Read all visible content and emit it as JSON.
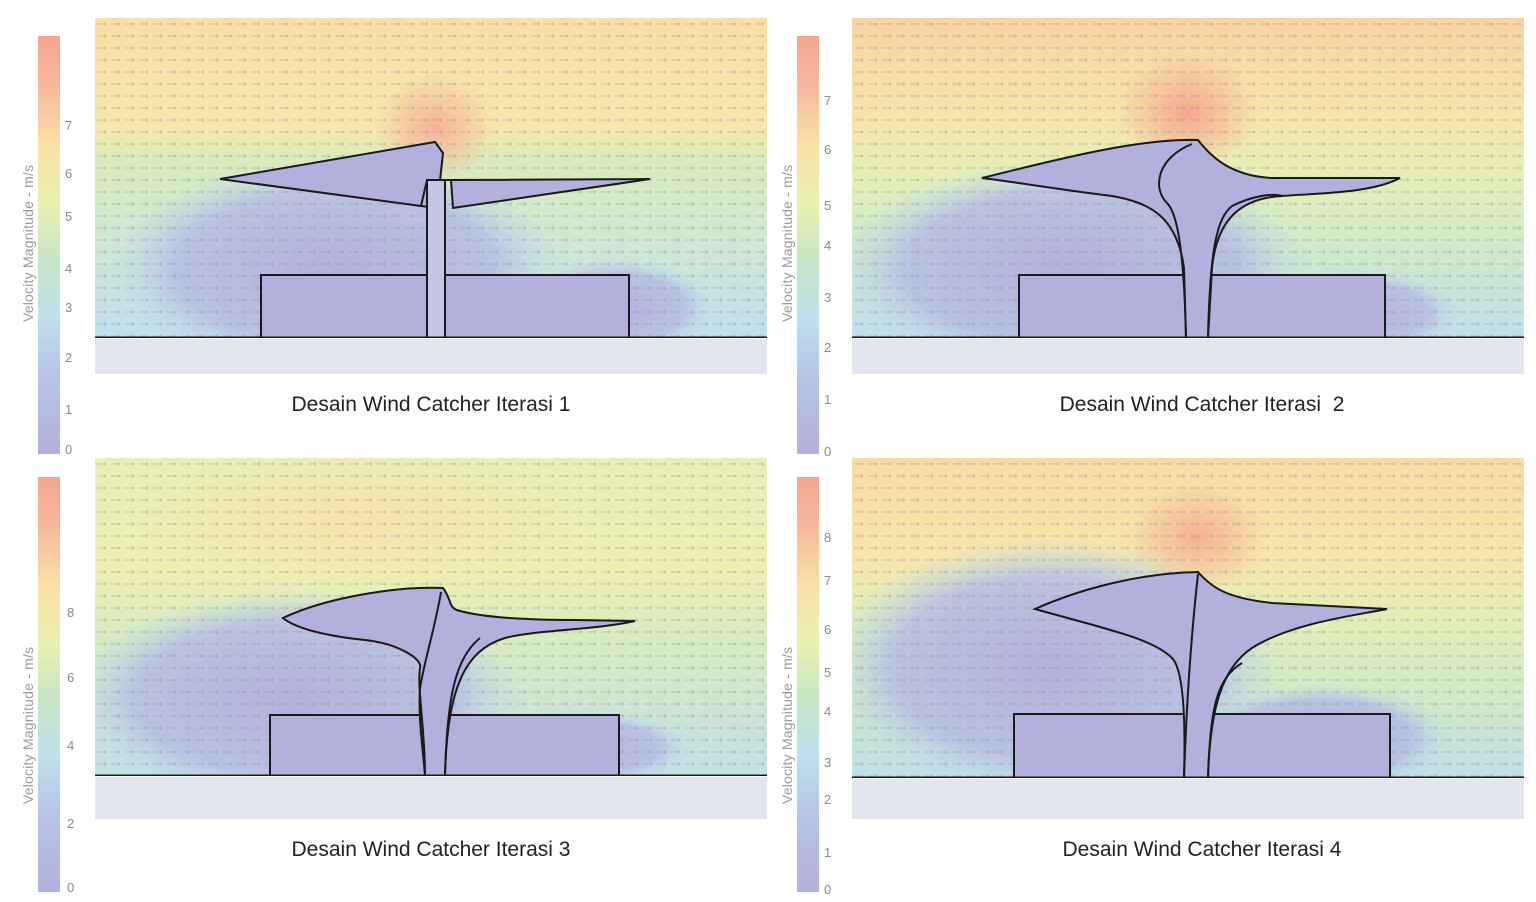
{
  "legend_title": "Velocity Magnitude - m/s",
  "panels": [
    {
      "caption": "Desain Wind Catcher Iterasi 1",
      "ticks": [
        "7",
        "6",
        "5",
        "4",
        "3",
        "2",
        "1",
        "0"
      ]
    },
    {
      "caption": "Desain Wind Catcher Iterasi  2",
      "ticks": [
        "7",
        "6",
        "5",
        "4",
        "3",
        "2",
        "1",
        "0"
      ]
    },
    {
      "caption": "Desain Wind Catcher Iterasi 3",
      "ticks": [
        "8",
        "6",
        "4",
        "2",
        "0"
      ]
    },
    {
      "caption": "Desain Wind Catcher Iterasi 4",
      "ticks": [
        "8",
        "7",
        "6",
        "5",
        "4",
        "3",
        "2",
        "1",
        "0"
      ]
    }
  ],
  "colors": {
    "low": "#b3b0dd",
    "mid_low": "#bfe0ec",
    "mid": "#c9e7c2",
    "mid_high": "#f9e0a6",
    "high": "#f4a592",
    "outline": "#1a1a1a"
  }
}
